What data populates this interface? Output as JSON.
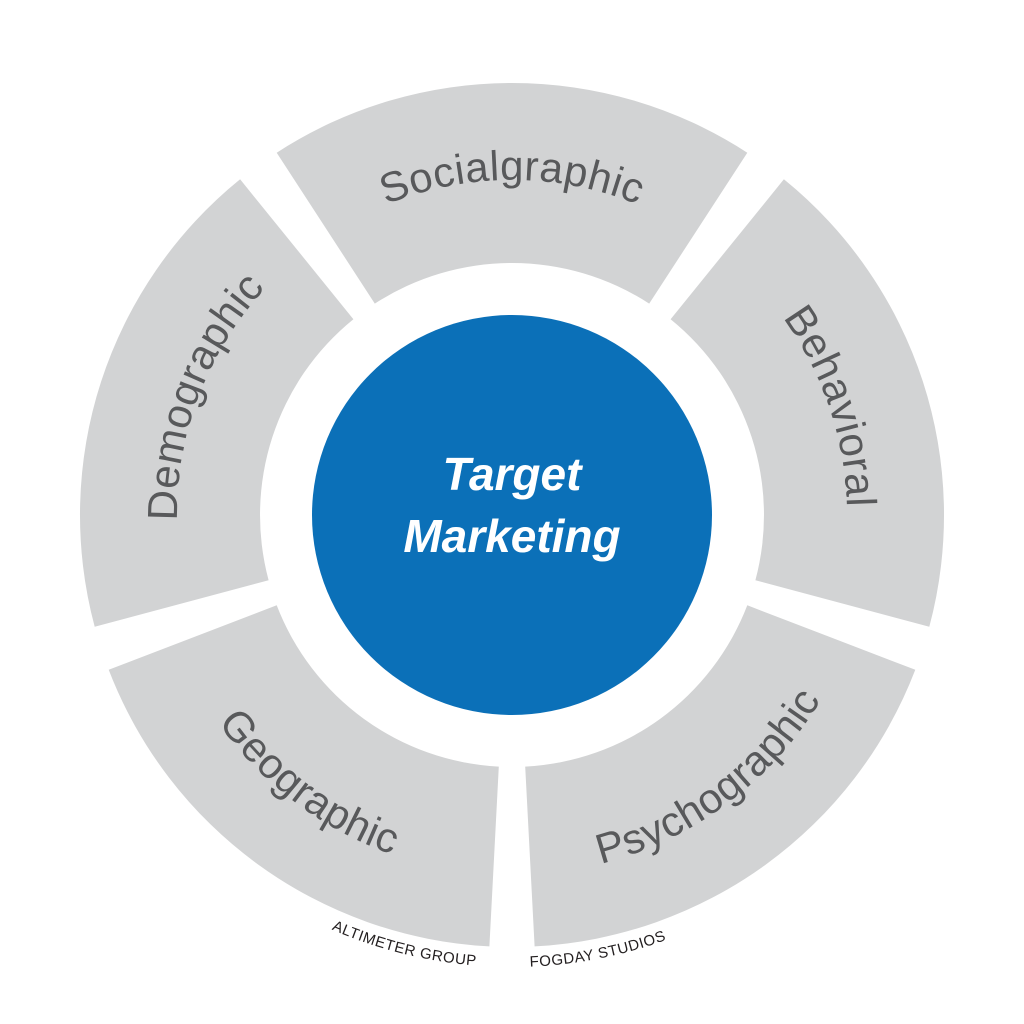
{
  "diagram": {
    "title": "Target Marketing segmentation wheel",
    "center": {
      "line1": "Target",
      "line2": "Marketing",
      "fill_color": "#0b70b8",
      "text_color": "#ffffff"
    },
    "segments": [
      {
        "label": "Socialgraphic",
        "position": "top"
      },
      {
        "label": "Behavioral",
        "position": "right"
      },
      {
        "label": "Psychographic",
        "position": "bottom-right"
      },
      {
        "label": "Geographic",
        "position": "bottom-left"
      },
      {
        "label": "Demographic",
        "position": "top-left"
      }
    ],
    "segment_color": "#d2d3d4",
    "label_color": "#58595b",
    "credits": [
      {
        "label": "ALTIMETER GROUP"
      },
      {
        "label": "FOGDAY STUDIOS"
      }
    ],
    "credit_color": "#231f20",
    "background_color": "#ffffff"
  }
}
